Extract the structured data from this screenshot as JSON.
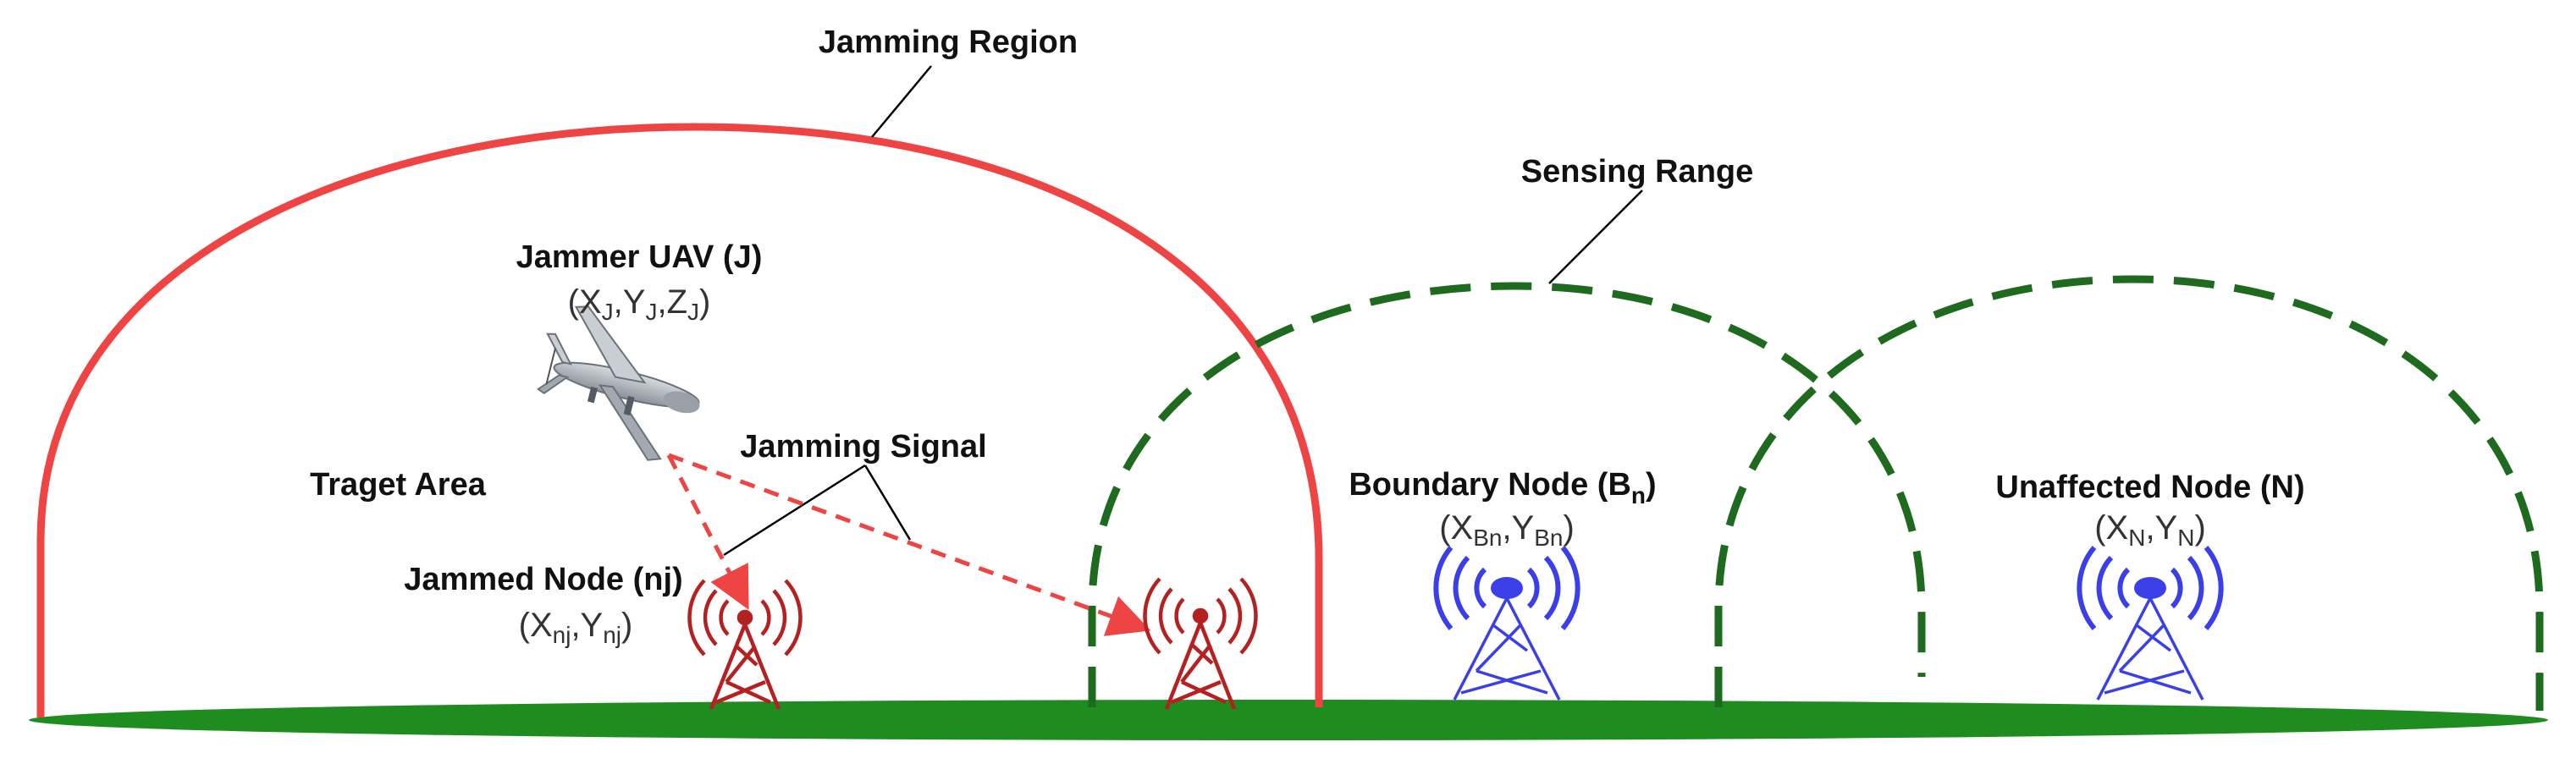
{
  "labels": {
    "jamming_region": "Jamming Region",
    "sensing_range": "Sensing Range",
    "jammer_uav": "Jammer UAV (J)",
    "jamming_signal": "Jamming Signal",
    "target_area": "Traget Area",
    "jammed_node": "Jammed Node (nj)",
    "boundary_node": "Boundary Node (B",
    "boundary_node_sub": "n",
    "boundary_node_close": ")",
    "unaffected_node": "Unaffected Node (N)"
  },
  "coords": {
    "jammer": {
      "open": "(X",
      "s1": "J",
      "c1": ",Y",
      "s2": "J",
      "c2": ",Z",
      "s3": "J",
      "close": ")"
    },
    "jammed": {
      "open": "(X",
      "s1": "nj",
      "c1": ",Y",
      "s2": "nj",
      "close": ")"
    },
    "boundary": {
      "open": "(X",
      "s1": "Bn",
      "c1": ",Y",
      "s2": "Bn",
      "close": ")"
    },
    "unaffected": {
      "open": "(X",
      "s1": "N",
      "c1": ",Y",
      "s2": "N",
      "close": ")"
    }
  },
  "colors": {
    "jamming_region": "#ee4444",
    "sensing_range": "#1e6a1e",
    "ground": "#1e8c1e",
    "jammed_tower": "#b52020",
    "normal_tower": "#3b3fe8",
    "jamming_signal": "#ee4444",
    "leader_line": "#000000"
  },
  "icons": {
    "uav": "drone-icon",
    "jammed_tower": "radio-tower-icon",
    "normal_tower": "radio-tower-icon"
  }
}
